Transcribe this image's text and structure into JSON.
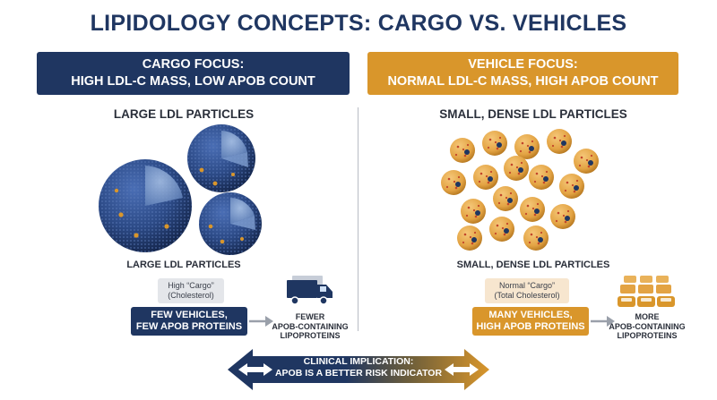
{
  "title": "LIPIDOLOGY CONCEPTS: CARGO VS. VEHICLES",
  "left": {
    "banner_line1": "CARGO FOCUS:",
    "banner_line2": "HIGH LDL-C MASS, LOW APOB COUNT",
    "heading": "LARGE LDL PARTICLES",
    "caption": "LARGE LDL PARTICLES",
    "tag_line1": "High “Cargo”",
    "tag_line2": "(Cholesterol)",
    "pill_line1": "FEW VEHICLES,",
    "pill_line2": "FEW APOB PROTEINS",
    "result_line1": "FEWER",
    "result_line2": "APOB-CONTAINING",
    "result_line3": "LIPOPROTEINS"
  },
  "right": {
    "banner_line1": "VEHICLE FOCUS:",
    "banner_line2": "NORMAL LDL-C MASS, HIGH APOB COUNT",
    "heading": "SMALL, DENSE LDL PARTICLES",
    "caption": "SMALL, DENSE LDL PARTICLES",
    "tag_line1": "Normal “Cargo”",
    "tag_line2": "(Total Cholesterol)",
    "pill_line1": "MANY VEHICLES,",
    "pill_line2": "HIGH APOB PROTEINS",
    "result_line1": "MORE",
    "result_line2": "APOB-CONTAINING",
    "result_line3": "LIPOPROTEINS"
  },
  "clinical": {
    "line1": "CLINICAL IMPLICATION:",
    "line2": "APOB IS A BETTER RISK INDICATOR"
  },
  "icons": [
    "large-ldl-particle-icon",
    "small-ldl-particle-icon",
    "truck-icon",
    "traffic-cars-icon",
    "arrow-right-icon",
    "double-arrow-icon"
  ],
  "colors": {
    "navy": "#1f3661",
    "gold": "#d9962b",
    "particle_blue": "#2c4a86",
    "particle_orange": "#e7a94b"
  }
}
